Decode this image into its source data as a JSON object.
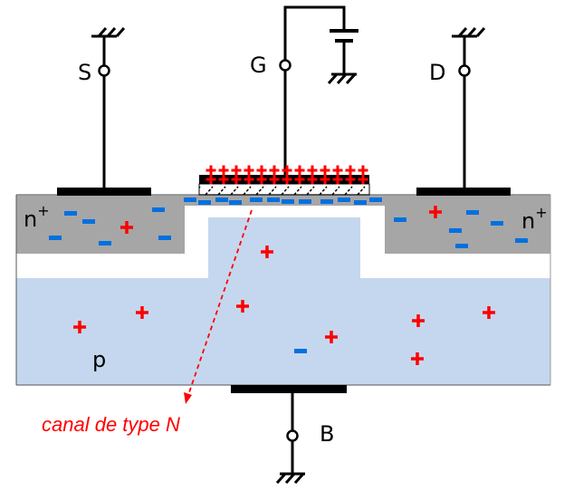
{
  "terminals": {
    "source": "S",
    "gate": "G",
    "drain": "D",
    "bulk": "B"
  },
  "regions": {
    "n_left": "n",
    "n_right": "n",
    "doping_sup": "+",
    "substrate": "p"
  },
  "annotation": {
    "text": "canal de type N",
    "color": "#ff0000"
  },
  "colors": {
    "n_region": "#a6a6a6",
    "p_region": "#c5d7ee",
    "hole": "#ff0000",
    "electron": "#0070e0",
    "metal": "#000000"
  },
  "charges": {
    "hole_symbol": "+",
    "electron_symbol": "−"
  }
}
